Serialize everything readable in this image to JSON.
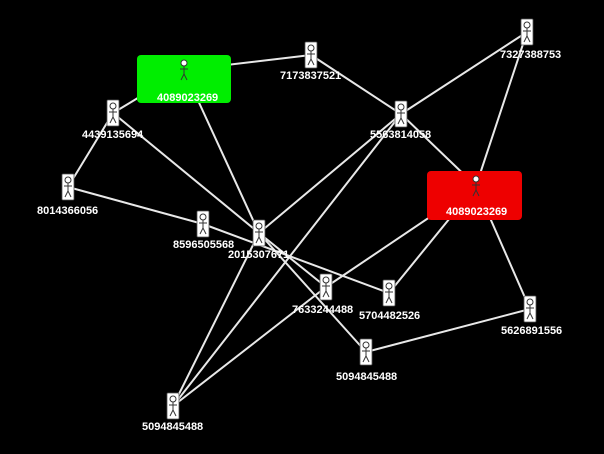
{
  "colors": {
    "background": "#000000",
    "edge": "#e8e8e8",
    "label": "#ffffff",
    "highlight_green": "#00ee00",
    "highlight_red": "#ee0000"
  },
  "nodes": [
    {
      "id": "n1",
      "label": "4089023269",
      "icon": "person-icon",
      "highlight": "green"
    },
    {
      "id": "n2",
      "label": "7173837521",
      "icon": "person-icon",
      "highlight": ""
    },
    {
      "id": "n3",
      "label": "7327388753",
      "icon": "person-icon",
      "highlight": ""
    },
    {
      "id": "n4",
      "label": "4439135694",
      "icon": "person-icon",
      "highlight": ""
    },
    {
      "id": "n5",
      "label": "5563814058",
      "icon": "person-icon",
      "highlight": ""
    },
    {
      "id": "n6",
      "label": "8014366056",
      "icon": "person-icon",
      "highlight": ""
    },
    {
      "id": "n7",
      "label": "4089023269",
      "icon": "person-icon",
      "highlight": "red"
    },
    {
      "id": "n8",
      "label": "8596505568",
      "icon": "person-icon",
      "highlight": ""
    },
    {
      "id": "n9",
      "label": "2015307671",
      "icon": "person-icon",
      "highlight": ""
    },
    {
      "id": "n10",
      "label": "7633244488",
      "icon": "person-icon",
      "highlight": ""
    },
    {
      "id": "n11",
      "label": "5704482526",
      "icon": "person-icon",
      "highlight": ""
    },
    {
      "id": "n12",
      "label": "5626891556",
      "icon": "person-icon",
      "highlight": ""
    },
    {
      "id": "n13",
      "label": "5094845488",
      "icon": "person-icon",
      "highlight": ""
    },
    {
      "id": "n14",
      "label": "5094845488",
      "icon": "person-icon",
      "highlight": ""
    }
  ],
  "edges": [
    [
      "n1",
      "n2"
    ],
    [
      "n1",
      "n4"
    ],
    [
      "n1",
      "n9"
    ],
    [
      "n2",
      "n5"
    ],
    [
      "n3",
      "n5"
    ],
    [
      "n3",
      "n7"
    ],
    [
      "n4",
      "n6"
    ],
    [
      "n4",
      "n9"
    ],
    [
      "n5",
      "n7"
    ],
    [
      "n5",
      "n9"
    ],
    [
      "n5",
      "n14"
    ],
    [
      "n6",
      "n8"
    ],
    [
      "n7",
      "n10"
    ],
    [
      "n7",
      "n11"
    ],
    [
      "n7",
      "n12"
    ],
    [
      "n8",
      "n11"
    ],
    [
      "n9",
      "n10"
    ],
    [
      "n9",
      "n13"
    ],
    [
      "n9",
      "n14"
    ],
    [
      "n10",
      "n14"
    ],
    [
      "n12",
      "n13"
    ]
  ]
}
